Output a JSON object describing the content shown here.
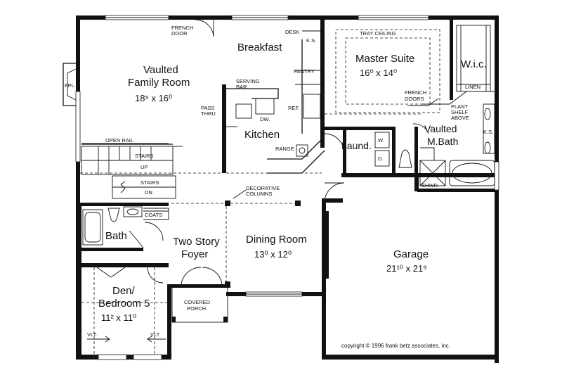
{
  "rooms": {
    "family": {
      "name1": "Vaulted",
      "name2": "Family Room",
      "dim": "18⁵ x 16⁰"
    },
    "breakfast": {
      "name": "Breakfast"
    },
    "kitchen": {
      "name": "Kitchen"
    },
    "master": {
      "name": "Master Suite",
      "dim": "16⁰ x 14⁰"
    },
    "wic": {
      "name": "W.i.c."
    },
    "laund": {
      "name": "Laund."
    },
    "mbath": {
      "name1": "Vaulted",
      "name2": "M.Bath"
    },
    "bath": {
      "name": "Bath"
    },
    "foyer": {
      "name1": "Two Story",
      "name2": "Foyer"
    },
    "dining": {
      "name": "Dining Room",
      "dim": "13⁰ x 12⁰"
    },
    "garage": {
      "name": "Garage",
      "dim": "21¹⁰ x 21⁹"
    },
    "den": {
      "name1": "Den/",
      "name2": "Bedroom 5",
      "dim": "11² x 11⁰"
    }
  },
  "labels": {
    "french_door_1": "FRENCH",
    "french_door_2": "DOOR",
    "fpl": "FPL.",
    "serving_bar_1": "SERVING",
    "serving_bar_2": "BAR",
    "pass_thru_1": "PASS",
    "pass_thru_2": "THRU",
    "dw": "DW.",
    "ref": "REF.",
    "range": "RANGE",
    "desk": "DESK",
    "ks": "K.S.",
    "pantry": "PANTRY",
    "tray_ceiling": "TRAY CEILING",
    "french_doors_1": "FRENCH",
    "french_doors_2": "DOORS",
    "linen": "LINEN",
    "plant_shelf_1": "PLANT",
    "plant_shelf_2": "SHELF",
    "plant_shelf_3": "ABOVE",
    "ks2": "K.S.",
    "shwr": "SHWR.",
    "w": "W.",
    "d": "D.",
    "open_rail": "OPEN RAIL",
    "stairs_up_1": "STAIRS",
    "stairs_up_2": "UP",
    "stairs_dn_1": "STAIRS",
    "stairs_dn_2": "DN.",
    "coats": "COATS",
    "decorative_1": "DECORATIVE",
    "decorative_2": "COLUMNS",
    "covered_porch_1": "COVERED",
    "covered_porch_2": "PORCH",
    "vlt_left": "VLT.",
    "vlt_right": "VLT.",
    "copyright": "copyright © 1996 frank betz associates, inc."
  }
}
